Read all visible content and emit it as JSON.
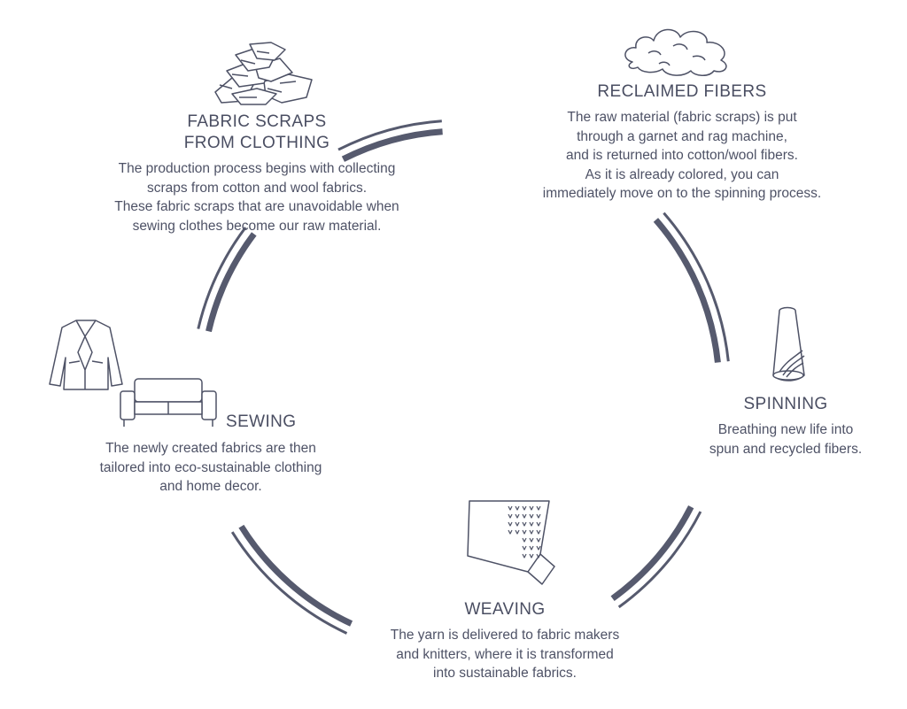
{
  "colors": {
    "arc": "#565a6e",
    "icon_stroke": "#4e5266",
    "heading": "#4a4e62",
    "body_text": "#4e5266",
    "background": "#ffffff"
  },
  "stages": [
    {
      "id": "fabric-scraps",
      "icon": "fabric-scraps-icon",
      "title": "FABRIC SCRAPS\nFROM CLOTHING",
      "description": "The production process begins with collecting\nscraps from cotton and wool fabrics.\nThese fabric scraps that are unavoidable when\nsewing clothes become our raw material."
    },
    {
      "id": "reclaimed-fibers",
      "icon": "cotton-fiber-icon",
      "title": "RECLAIMED FIBERS",
      "description": "The raw material (fabric scraps) is put\nthrough a garnet and rag machine,\nand is returned into cotton/wool fibers.\nAs it is already colored, you can\nimmediately move on to the spinning process."
    },
    {
      "id": "spinning",
      "icon": "yarn-cone-icon",
      "title": "SPINNING",
      "description": "Breathing new life into\nspun and recycled fibers."
    },
    {
      "id": "weaving",
      "icon": "knit-fabric-icon",
      "title": "WEAVING",
      "description": "The yarn is delivered to fabric makers\nand knitters, where it is transformed\ninto sustainable fabrics."
    },
    {
      "id": "sewing",
      "icon": "jacket-sofa-icon",
      "title": "SEWING",
      "description": "The newly created fabrics are then\ntailored into eco-sustainable clothing\nand home decor."
    }
  ]
}
